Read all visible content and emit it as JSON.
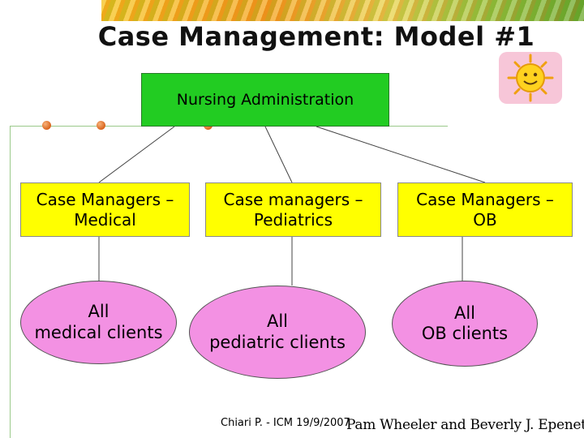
{
  "slide": {
    "title": "Case Management: Model #1"
  },
  "org_chart": {
    "root": {
      "label": "Nursing Administration",
      "color": "#22cc22"
    },
    "managers": [
      {
        "line1": "Case Managers –",
        "line2": "Medical"
      },
      {
        "line1": "Case managers –",
        "line2": "Pediatrics"
      },
      {
        "line1": "Case Managers –",
        "line2": "OB"
      }
    ],
    "manager_color": "#ffff00",
    "clients": [
      {
        "line1": "All",
        "line2": "medical clients"
      },
      {
        "line1": "All",
        "line2": "pediatric clients"
      },
      {
        "line1": "All",
        "line2": "OB clients"
      }
    ],
    "client_color": "#f391e3"
  },
  "footer": {
    "left": "Chiari P. - ICM 19/9/2007",
    "right": "Pam Wheeler and Beverly J. Epeneter"
  },
  "icons": [
    "sun-icon",
    "bullet-icon"
  ]
}
